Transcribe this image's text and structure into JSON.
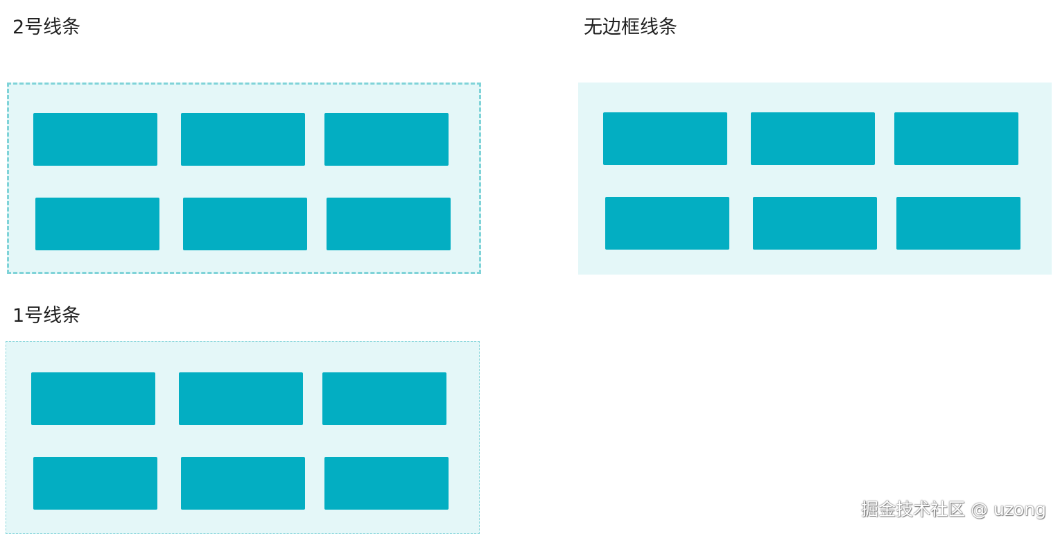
{
  "panels": {
    "line2": {
      "title": "2号线条"
    },
    "no_border": {
      "title": "无边框线条"
    },
    "line1": {
      "title": "1号线条"
    }
  },
  "watermark": "掘金技术社区 @ uzong",
  "colors": {
    "tile": "#03aec2",
    "panel_background": "#e4f7f8",
    "border_dashed": "#7fd3d8"
  }
}
